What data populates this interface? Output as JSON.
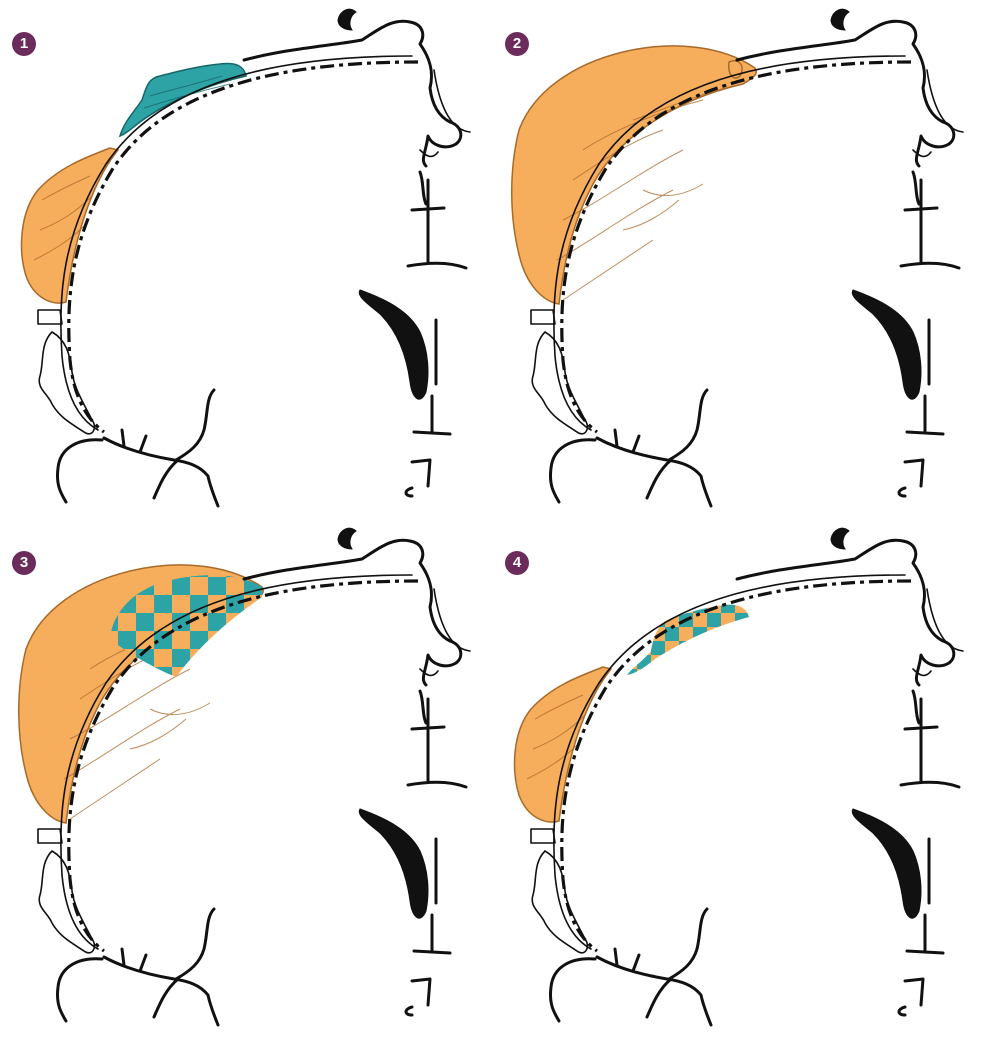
{
  "panels": [
    {
      "label": "1",
      "variant": "small-orange-teal-strip"
    },
    {
      "label": "2",
      "variant": "large-orange"
    },
    {
      "label": "3",
      "variant": "large-orange-checkered"
    },
    {
      "label": "4",
      "variant": "small-orange-checkered-strip"
    }
  ],
  "colors": {
    "badge": "#6b2c5c",
    "flap_orange": "#f6ad5c",
    "flap_orange_line": "#a86a2a",
    "flap_teal": "#2da3a5",
    "flap_teal_line": "#17666a",
    "ink": "#111111"
  }
}
